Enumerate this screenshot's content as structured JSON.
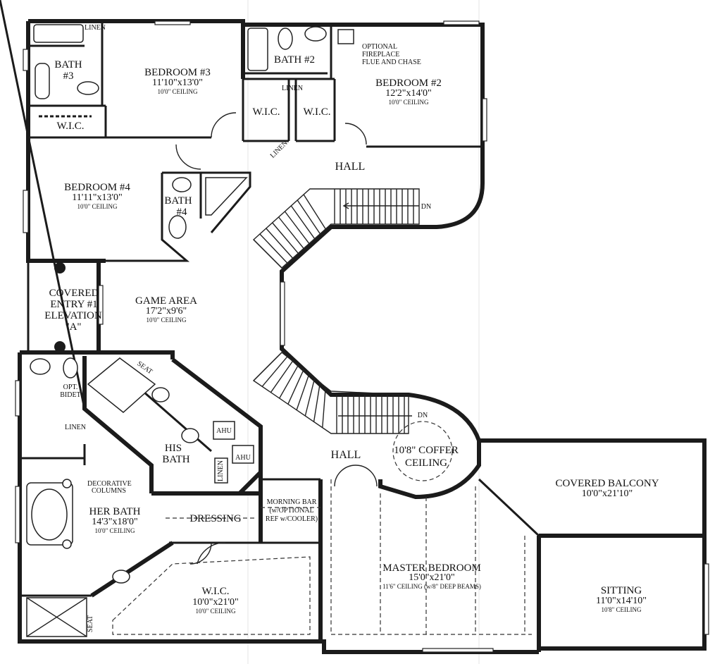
{
  "rooms": {
    "bath3": {
      "name": "BATH",
      "num": "#3"
    },
    "bedroom3": {
      "name": "BEDROOM #3",
      "dim": "11'10\"x13'0\"",
      "ceiling": "10'0\" CEILING"
    },
    "bath2": {
      "name": "BATH #2"
    },
    "bedroom2": {
      "name": "BEDROOM #2",
      "dim": "12'2\"x14'0\"",
      "ceiling": "10'0\" CEILING"
    },
    "wic_upper_left": {
      "name": "W.I.C."
    },
    "wic_upper_mid1": {
      "name": "W.I.C."
    },
    "wic_upper_mid2": {
      "name": "W.I.C."
    },
    "bedroom4": {
      "name": "BEDROOM #4",
      "dim": "11'11\"x13'0\"",
      "ceiling": "10'0\" CEILING"
    },
    "bath4": {
      "name": "BATH",
      "num": "#4"
    },
    "covered_entry": {
      "line1": "COVERED",
      "line2": "ENTRY #1",
      "line3": "ELEVATION",
      "line4": "\"A\""
    },
    "game_area": {
      "name": "GAME AREA",
      "dim": "17'2\"x9'6\"",
      "ceiling": "10'0\" CEILING"
    },
    "his_bath": {
      "line1": "HIS",
      "line2": "BATH"
    },
    "her_bath": {
      "name": "HER BATH",
      "dim": "14'3\"x18'0\"",
      "ceiling": "10'0\" CEILING"
    },
    "dressing": {
      "name": "DRESSING"
    },
    "morning_bar": {
      "line1": "MORNING BAR",
      "line2": "(w/OPTIONAL",
      "line3": "REF w/COOLER)"
    },
    "wic_master": {
      "name": "W.I.C.",
      "dim": "10'0\"x21'0\"",
      "ceiling": "10'0\" CEILING"
    },
    "master_bedroom": {
      "name": "MASTER BEDROOM",
      "dim": "15'0\"x21'0\"",
      "ceiling": "11'6\" CEILING (w/8\" DEEP BEAMS)"
    },
    "covered_balcony": {
      "name": "COVERED BALCONY",
      "dim": "10'0\"x21'10\""
    },
    "sitting": {
      "name": "SITTING",
      "dim": "11'0\"x14'10\"",
      "ceiling": "10'8\" CEILING"
    },
    "hall_upper": {
      "name": "HALL"
    },
    "hall_lower": {
      "name": "HALL"
    }
  },
  "labels": {
    "linen": "LINEN",
    "seat": "SEAT",
    "ahu": "AHU",
    "dn": "DN",
    "opt_bidet_1": "OPT.",
    "opt_bidet_2": "BIDET",
    "fireplace_1": "OPTIONAL",
    "fireplace_2": "FIREPLACE",
    "fireplace_3": "FLUE AND CHASE",
    "columns_1": "DECORATIVE",
    "columns_2": "COLUMNS",
    "coffer_1": "10'8\" COFFER",
    "coffer_2": "CEILING"
  }
}
